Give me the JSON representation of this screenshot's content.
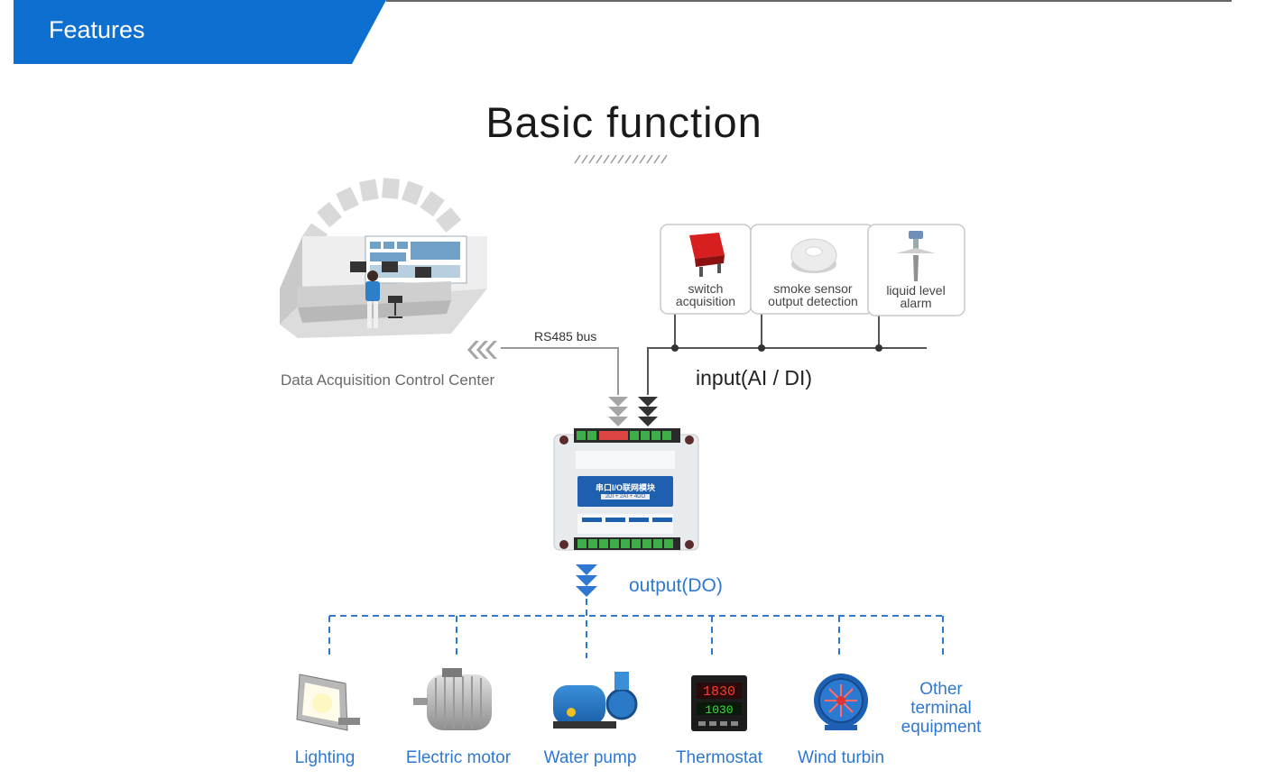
{
  "header": {
    "section_title": "Features"
  },
  "main_title": "Basic function",
  "control_center": {
    "label": "Data Acquisition Control Center"
  },
  "bus": {
    "label": "RS485  bus"
  },
  "inputs": {
    "label": "input(AI / DI)",
    "sensors": [
      {
        "name": "switch-sensor",
        "line1": "switch",
        "line2": "acquisition",
        "icon": "rocker-switch-icon"
      },
      {
        "name": "smoke-sensor",
        "line1": "smoke sensor",
        "line2": "output detection",
        "icon": "smoke-detector-icon"
      },
      {
        "name": "level-sensor",
        "line1": "liquid level",
        "line2": "alarm",
        "icon": "level-probe-icon"
      }
    ]
  },
  "module": {
    "title": "串口I/O联网模块",
    "subtitle": "2DI + 2AI + 4DO"
  },
  "outputs": {
    "label": "output(DO)",
    "devices": [
      {
        "name": "lighting",
        "label": "Lighting",
        "icon": "floodlight-icon"
      },
      {
        "name": "electric-motor",
        "label": "Electric motor",
        "icon": "motor-icon"
      },
      {
        "name": "water-pump",
        "label": "Water pump",
        "icon": "pump-icon"
      },
      {
        "name": "thermostat",
        "label": "Thermostat",
        "icon": "thermostat-icon"
      },
      {
        "name": "wind-turbin",
        "label": "Wind turbin",
        "icon": "fan-icon"
      }
    ],
    "other": {
      "line1": "Other",
      "line2": "terminal",
      "line3": "equipment"
    }
  },
  "colors": {
    "brand_blue": "#0d6fcf",
    "accent_blue": "#2f78d2",
    "line_gray": "#8a8a8a"
  }
}
